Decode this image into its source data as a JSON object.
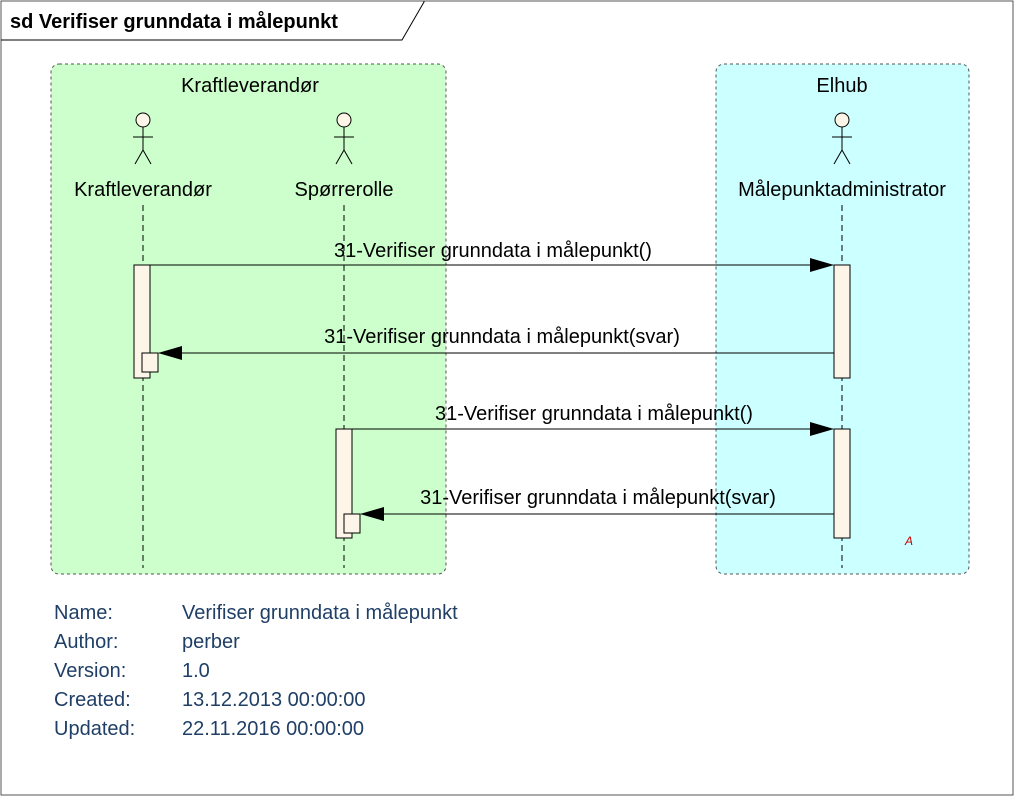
{
  "frame": {
    "title": "sd Verifiser grunndata i målepunkt"
  },
  "groups": {
    "left": {
      "title": "Kraftleverandør",
      "fill": "#ccffcc"
    },
    "right": {
      "title": "Elhub",
      "fill": "#ccffff"
    }
  },
  "actors": [
    {
      "name": "Kraftleverandør"
    },
    {
      "name": "Spørrerolle"
    },
    {
      "name": "Målepunktadministrator"
    }
  ],
  "messages": [
    {
      "label": "31-Verifiser grunndata i målepunkt()"
    },
    {
      "label": "31-Verifiser grunndata i målepunkt(svar)"
    },
    {
      "label": "31-Verifiser grunndata i målepunkt()"
    },
    {
      "label": "31-Verifiser grunndata i målepunkt(svar)"
    }
  ],
  "marker": "A",
  "metadata": {
    "name_label": "Name:",
    "name_value": "Verifiser grunndata i målepunkt",
    "author_label": "Author:",
    "author_value": "perber",
    "version_label": "Version:",
    "version_value": "1.0",
    "created_label": "Created:",
    "created_value": "13.12.2013 00:00:00",
    "updated_label": "Updated:",
    "updated_value": "22.11.2016 00:00:00"
  },
  "colors": {
    "activation_fill": "#fdf5e8",
    "actor_head_fill": "#fdf5e8",
    "metadata_text": "#1f3f66"
  }
}
